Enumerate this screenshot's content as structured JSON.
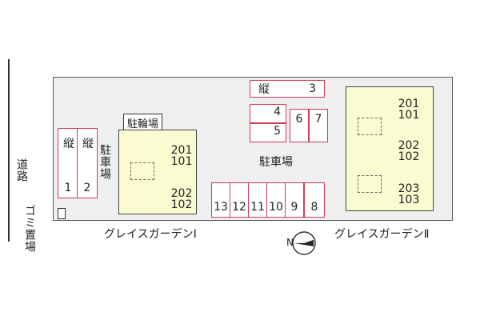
{
  "road_label": "道路",
  "garbage_label": "ゴミ置場",
  "building_names": {
    "left": "グレイスガーデンⅠ",
    "right": "グレイスガーデンⅡ"
  },
  "labels": {
    "bicycle_parking": "駐輪場",
    "parking_vertical": "駐車場",
    "parking_center": "駐車場",
    "tate": "縦"
  },
  "parking_left": [
    "1",
    "2"
  ],
  "parking_top": [
    "3",
    "4",
    "5",
    "6",
    "7"
  ],
  "parking_bottom": [
    "13",
    "12",
    "11",
    "10",
    "9",
    "8"
  ],
  "building_left_units": {
    "upper": [
      "201",
      "101"
    ],
    "lower": [
      "202",
      "102"
    ]
  },
  "building_right_units": {
    "u1": [
      "201",
      "101"
    ],
    "u2": [
      "202",
      "102"
    ],
    "u3": [
      "203",
      "103"
    ]
  },
  "compass": "N"
}
